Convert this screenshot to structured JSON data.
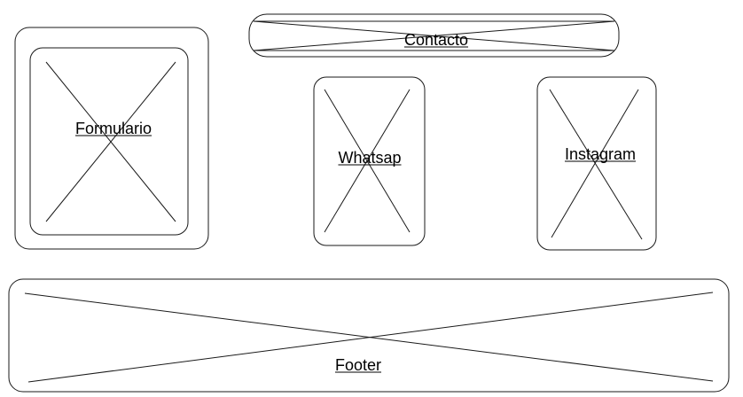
{
  "wireframe": {
    "header": {
      "label": "Contacto"
    },
    "form": {
      "label": "Formulario"
    },
    "whatsapp": {
      "label": "Whatsap"
    },
    "instagram": {
      "label": "Instagram"
    },
    "footer": {
      "label": "Footer"
    }
  }
}
